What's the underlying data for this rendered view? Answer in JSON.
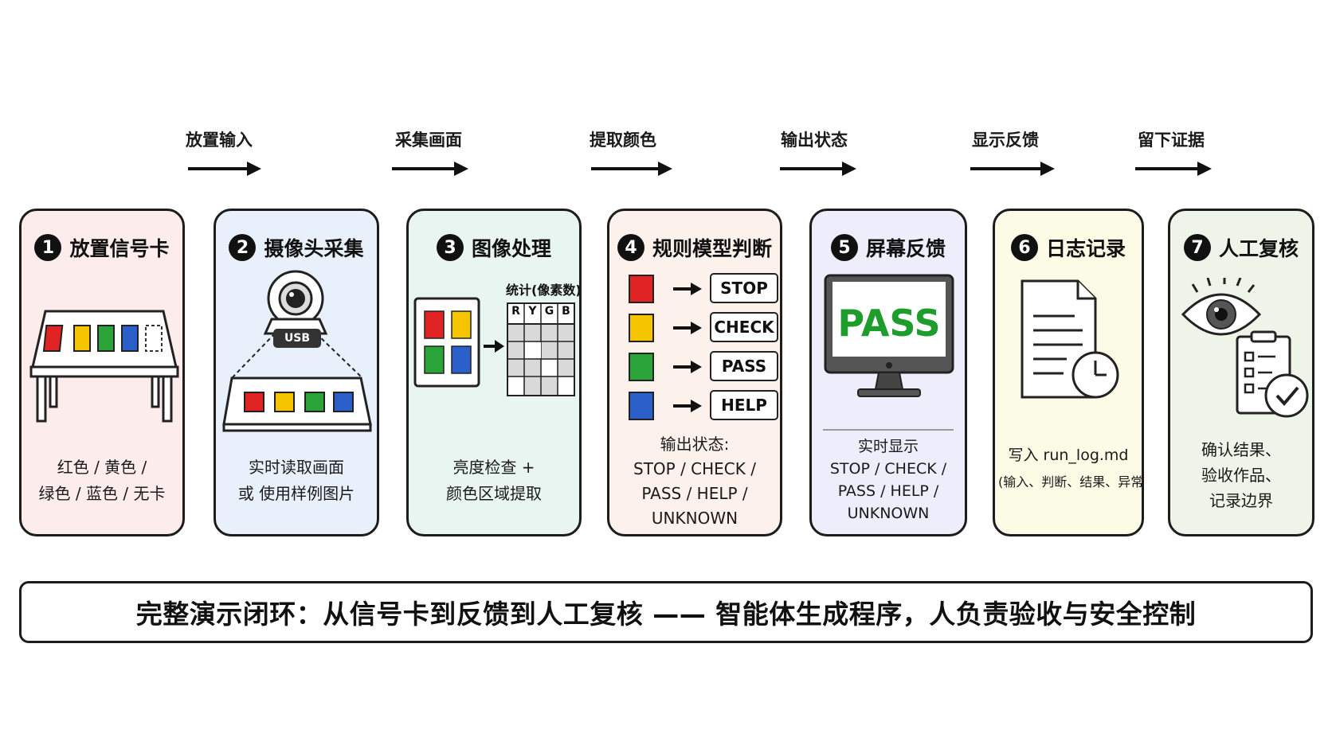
{
  "flow": [
    {
      "label": "放置输入"
    },
    {
      "label": "采集画面"
    },
    {
      "label": "提取颜色"
    },
    {
      "label": "输出状态"
    },
    {
      "label": "显示反馈"
    },
    {
      "label": "留下证据"
    }
  ],
  "cards": [
    {
      "number": "1",
      "title": "放置信号卡",
      "bg": "#fdecec",
      "lines": [
        "红色 / 黄色 /",
        "绿色 / 蓝色 / 无卡"
      ]
    },
    {
      "number": "2",
      "title": "摄像头采集",
      "bg": "#e8f0fb",
      "lines": [
        "实时读取画面",
        "或 使用样例图片"
      ],
      "usb_label": "USB"
    },
    {
      "number": "3",
      "title": "图像处理",
      "bg": "#e8f5f0",
      "lines": [
        "亮度检查 +",
        "颜色区域提取"
      ],
      "stats_label": "统计(像素数)",
      "grid_headers": [
        "R",
        "Y",
        "G",
        "B"
      ]
    },
    {
      "number": "4",
      "title": "规则模型判断",
      "bg": "#fdf1ec",
      "rules": [
        "STOP",
        "CHECK",
        "PASS",
        "HELP"
      ],
      "lines": [
        "输出状态:",
        "STOP / CHECK /",
        "PASS / HELP /",
        "UNKNOWN"
      ]
    },
    {
      "number": "5",
      "title": "屏幕反馈",
      "bg": "#ededfb",
      "screen_text": "PASS",
      "lines": [
        "实时显示",
        "STOP / CHECK /",
        "PASS / HELP /",
        "UNKNOWN"
      ]
    },
    {
      "number": "6",
      "title": "日志记录",
      "bg": "#fbfbe6",
      "lines": [
        "写入 run_log.md",
        "(输入、判断、结果、异常)"
      ]
    },
    {
      "number": "7",
      "title": "人工复核",
      "bg": "#eef5e8",
      "lines": [
        "确认结果、",
        "验收作品、",
        "记录边界"
      ]
    }
  ],
  "banner": "完整演示闭环：从信号卡到反馈到人工复核 —— 智能体生成程序，人负责验收与安全控制",
  "colors": {
    "red": "#e02424",
    "yellow": "#f5c400",
    "green": "#2aa339",
    "blue": "#2b5fc9",
    "pass_green": "#1f9d2c"
  }
}
